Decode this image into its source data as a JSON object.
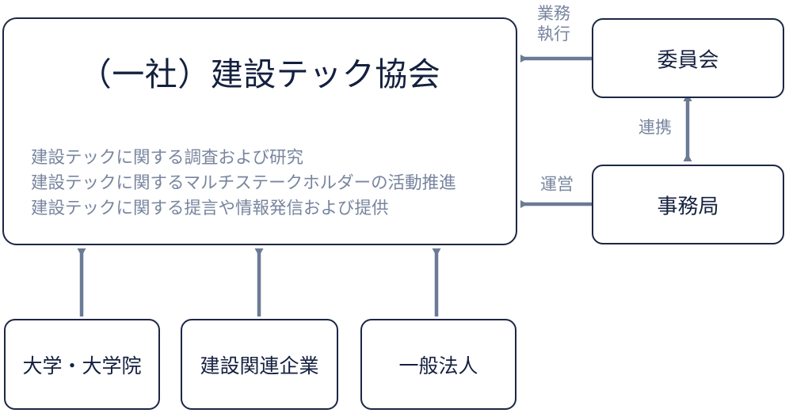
{
  "diagram": {
    "title_alt": "建設テック協会 組織図",
    "colors": {
      "box_border": "#1c2745",
      "box_fill": "#ffffff",
      "heading_text": "#14203f",
      "body_text": "#78859e",
      "arrow": "#6b7a96",
      "background": "#ffffff"
    },
    "main": {
      "title": "（一社）建設テック協会",
      "activities": [
        "建設テックに関する調査および研究",
        "建設テックに関するマルチステークホルダーの活動推進",
        "建設テックに関する提言や情報発信および提供"
      ]
    },
    "right_nodes": [
      {
        "id": "committee",
        "label": "委員会"
      },
      {
        "id": "secretariat",
        "label": "事務局"
      }
    ],
    "bottom_nodes": [
      {
        "id": "university",
        "label": "大学・大学院"
      },
      {
        "id": "company",
        "label": "建設関連企業"
      },
      {
        "id": "corporation",
        "label": "一般法人"
      }
    ],
    "edges": [
      {
        "id": "committee-to-main",
        "label": "業務\n執行",
        "label_line1": "業務",
        "label_line2": "執行",
        "direction": "left"
      },
      {
        "id": "committee-secretariat",
        "label": "連携",
        "direction": "both"
      },
      {
        "id": "secretariat-to-main",
        "label": "運営",
        "direction": "left"
      },
      {
        "id": "university-to-main",
        "label": "",
        "direction": "up"
      },
      {
        "id": "company-to-main",
        "label": "",
        "direction": "up"
      },
      {
        "id": "corporation-to-main",
        "label": "",
        "direction": "up"
      }
    ]
  }
}
